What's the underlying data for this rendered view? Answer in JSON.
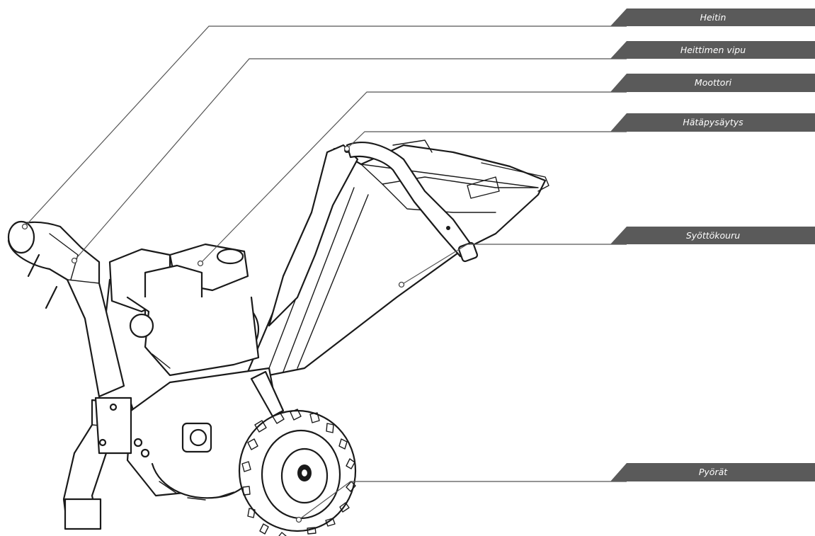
{
  "diagram": {
    "accent_color": "#5a5a5a",
    "callouts": [
      {
        "id": "heitin",
        "label": "Heitin"
      },
      {
        "id": "heittimen-vipu",
        "label": "Heittimen vipu"
      },
      {
        "id": "moottori",
        "label": "Moottori"
      },
      {
        "id": "hatapysaytys",
        "label": "Hätäpysäytys"
      },
      {
        "id": "syottokouru",
        "label": "Syöttökouru"
      },
      {
        "id": "pyorat",
        "label": "Pyörät"
      }
    ]
  }
}
